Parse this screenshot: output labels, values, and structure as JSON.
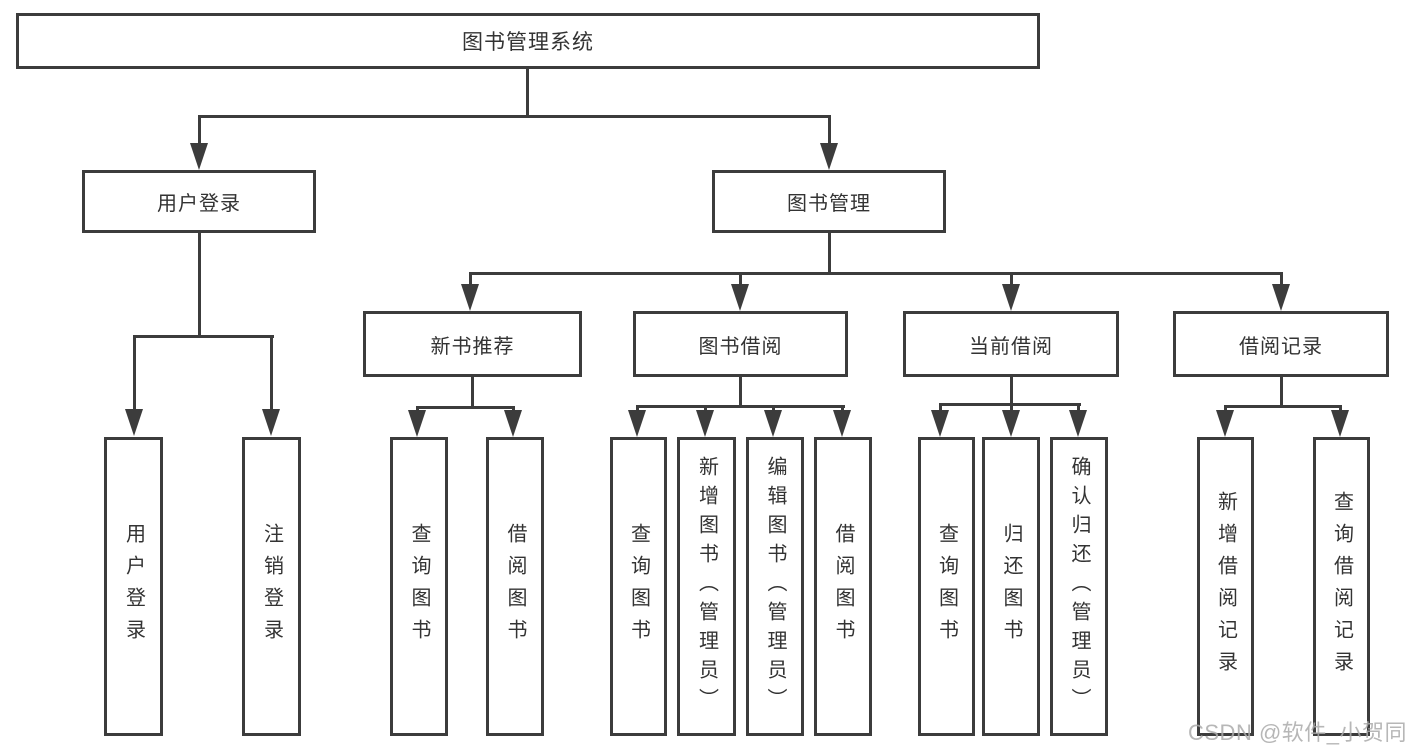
{
  "title": {
    "label": "图书管理系统"
  },
  "branches": {
    "user_login": {
      "label": "用户登录",
      "children": [
        {
          "label": "用户登录"
        },
        {
          "label": "注销登录"
        }
      ]
    },
    "book_mgmt": {
      "label": "图书管理",
      "sections": [
        {
          "label": "新书推荐",
          "children": [
            {
              "label": "查询图书"
            },
            {
              "label": "借阅图书"
            }
          ]
        },
        {
          "label": "图书借阅",
          "children": [
            {
              "label": "查询图书"
            },
            {
              "label": "新增图书（管理员）"
            },
            {
              "label": "编辑图书（管理员）"
            },
            {
              "label": "借阅图书"
            }
          ]
        },
        {
          "label": "当前借阅",
          "children": [
            {
              "label": "查询图书"
            },
            {
              "label": "归还图书"
            },
            {
              "label": "确认归还（管理员）"
            }
          ]
        },
        {
          "label": "借阅记录",
          "children": [
            {
              "label": "新增借阅记录"
            },
            {
              "label": "查询借阅记录"
            }
          ]
        }
      ]
    }
  },
  "watermark": {
    "text": "CSDN @软件_小贺同学"
  },
  "colors": {
    "line": "#3c3c3c",
    "text": "#333333",
    "box-bg": "#ffffff",
    "background": "#ffffff",
    "watermark": "#ababab"
  }
}
